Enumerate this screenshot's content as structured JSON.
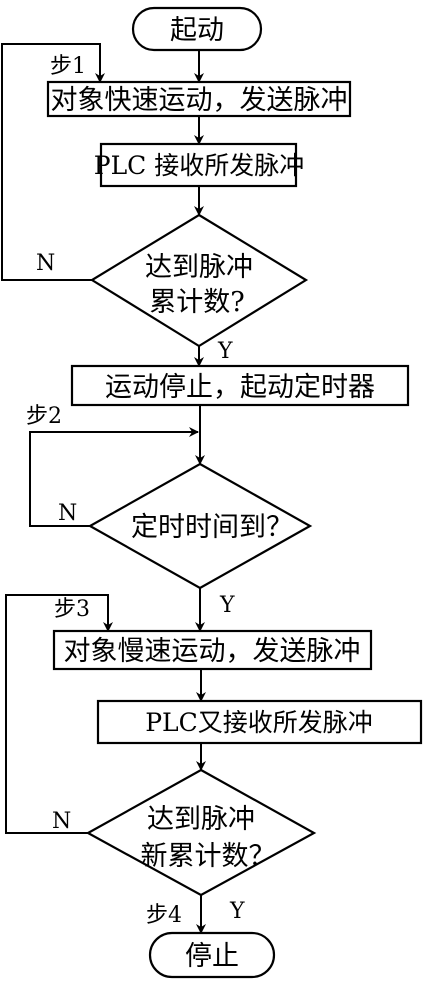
{
  "flowchart": {
    "start": "起动",
    "step1_label": "步1",
    "box1": "对象快速运动，发送脉冲",
    "box2": "PLC 接收所发脉冲",
    "decision1_line1": "达到脉冲",
    "decision1_line2": "累计数?",
    "decision1_no": "N",
    "decision1_yes": "Y",
    "box3": "运动停止，起动定时器",
    "step2_label": "步2",
    "decision2": "定时时间到？",
    "decision2_no": "N",
    "decision2_yes": "Y",
    "step3_label": "步3",
    "box4": "对象慢速运动，发送脉冲",
    "box5": "PLC又接收所发脉冲",
    "decision3_line1": "达到脉冲",
    "decision3_line2": "新累计数？",
    "decision3_no": "N",
    "decision3_yes": "Y",
    "step4_label": "步4",
    "end": "停止"
  }
}
